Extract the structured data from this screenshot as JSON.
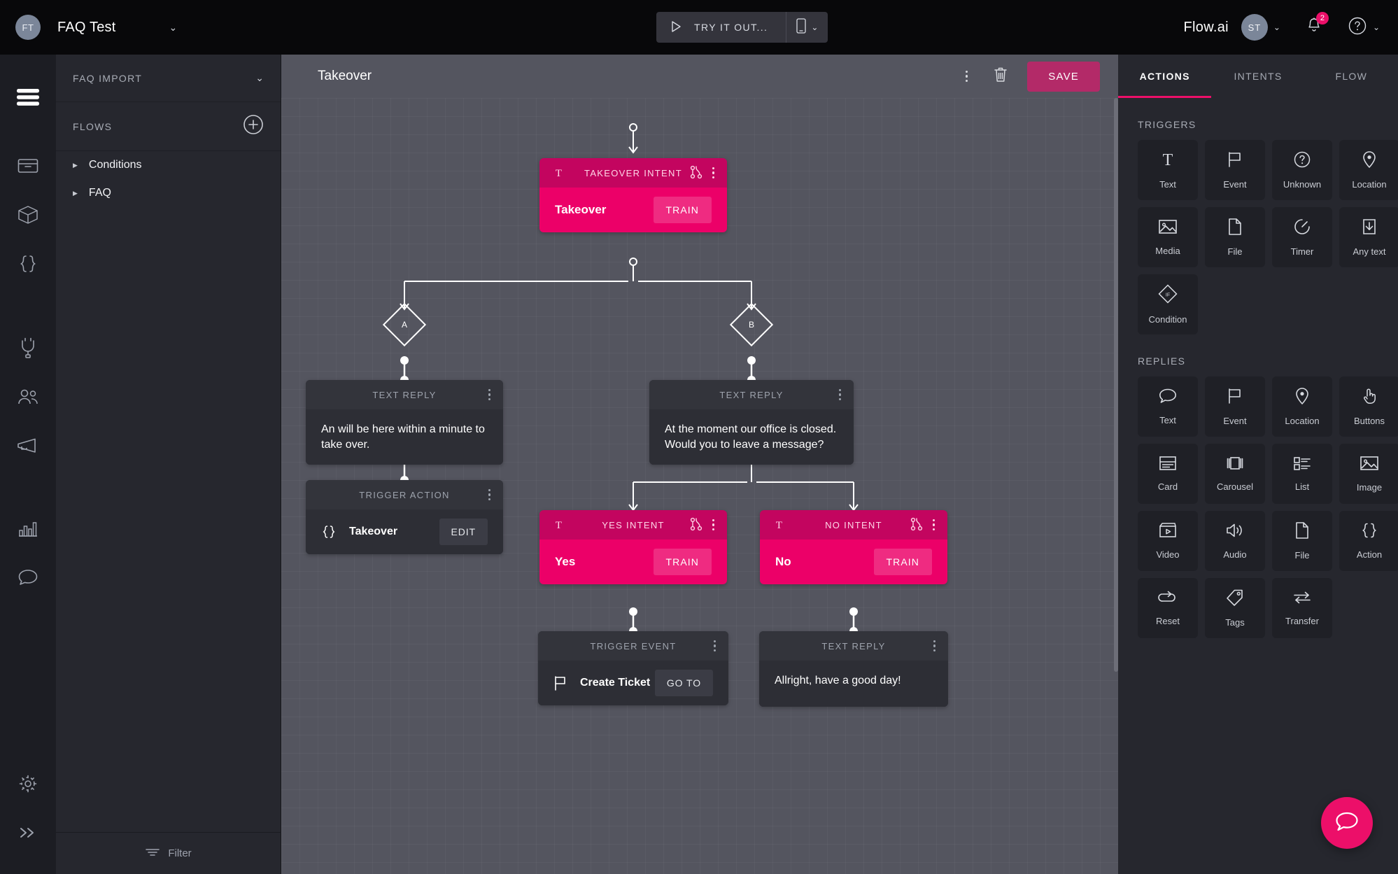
{
  "topbar": {
    "avatar_initials": "FT",
    "project_title": "FAQ Test",
    "project_chevron": "⌄",
    "try_it_out_label": "TRY IT OUT...",
    "play_icon": "play-icon",
    "device_icon": "mobile-device-icon",
    "device_chevron": "⌄",
    "brand": "Flow.ai",
    "user_initials": "ST",
    "user_chevron": "⌄",
    "notification_count": "2",
    "help_chevron": "⌄"
  },
  "rail": {
    "items": [
      {
        "name": "flows-icon",
        "active": true
      },
      {
        "name": "inbox-icon",
        "active": false
      },
      {
        "name": "box-icon",
        "active": false
      },
      {
        "name": "code-braces-icon",
        "active": false
      },
      {
        "name": "plug-integrations-icon",
        "active": false
      },
      {
        "name": "users-icon",
        "active": false
      },
      {
        "name": "broadcast-megaphone-icon",
        "active": false
      },
      {
        "name": "analytics-bars-icon",
        "active": false
      },
      {
        "name": "chat-bubble-icon",
        "active": false
      }
    ],
    "bottom": [
      {
        "name": "settings-gear-icon"
      },
      {
        "name": "expand-chevrons-icon"
      }
    ]
  },
  "flow_panel": {
    "header_title": "FAQ IMPORT",
    "header_chevron": "⌄",
    "section_title": "FLOWS",
    "add_icon": "plus-circle-icon",
    "rows": [
      {
        "label": "Conditions"
      },
      {
        "label": "FAQ"
      }
    ],
    "filter_label": "Filter",
    "filter_icon": "filter-icon"
  },
  "canvas_header": {
    "title": "Takeover",
    "kebab_icon": "more-vertical-icon",
    "delete_icon": "trash-icon",
    "save_label": "SAVE"
  },
  "flow": {
    "nodes": [
      {
        "id": "takeover-intent",
        "kind": "intent",
        "header": "TAKEOVER INTENT",
        "lead_icon": "text-trigger-icon",
        "branch_icon": "branch-fork-icon",
        "body_label": "Takeover",
        "action_label": "TRAIN"
      },
      {
        "id": "branch-a",
        "kind": "branch",
        "label": "A"
      },
      {
        "id": "branch-b",
        "kind": "branch",
        "label": "B"
      },
      {
        "id": "text-reply-a",
        "kind": "reply",
        "header": "TEXT REPLY",
        "text": "An will be here within a minute to take over."
      },
      {
        "id": "trigger-action-a",
        "kind": "action",
        "header": "TRIGGER ACTION",
        "lead_icon": "code-braces-icon",
        "lead_glyph": "{}",
        "body_label": "Takeover",
        "action_label": "EDIT"
      },
      {
        "id": "text-reply-b",
        "kind": "reply",
        "header": "TEXT REPLY",
        "text": "At the moment our office is closed. Would you to leave a message?"
      },
      {
        "id": "yes-intent",
        "kind": "intent",
        "header": "YES INTENT",
        "lead_icon": "text-trigger-icon",
        "branch_icon": "branch-fork-icon",
        "body_label": "Yes",
        "action_label": "TRAIN"
      },
      {
        "id": "no-intent",
        "kind": "intent",
        "header": "NO INTENT",
        "lead_icon": "text-trigger-icon",
        "branch_icon": "branch-fork-icon",
        "body_label": "No",
        "action_label": "TRAIN"
      },
      {
        "id": "trigger-event-yes",
        "kind": "action",
        "header": "TRIGGER EVENT",
        "lead_icon": "flag-icon",
        "body_label": "Create Ticket",
        "action_label": "GO TO"
      },
      {
        "id": "text-reply-no",
        "kind": "reply",
        "header": "TEXT REPLY",
        "text": "Allright, have a good day!"
      }
    ]
  },
  "right_panel": {
    "tabs": [
      {
        "label": "ACTIONS",
        "active": true
      },
      {
        "label": "INTENTS",
        "active": false
      },
      {
        "label": "FLOW",
        "active": false
      }
    ],
    "triggers_title": "TRIGGERS",
    "triggers": [
      {
        "label": "Text",
        "icon": "serif-t-icon"
      },
      {
        "label": "Event",
        "icon": "flag-icon"
      },
      {
        "label": "Unknown",
        "icon": "question-circle-icon"
      },
      {
        "label": "Location",
        "icon": "map-pin-icon"
      },
      {
        "label": "Media",
        "icon": "image-icon"
      },
      {
        "label": "File",
        "icon": "file-icon"
      },
      {
        "label": "Timer",
        "icon": "timer-clock-icon"
      },
      {
        "label": "Any text",
        "icon": "download-box-icon"
      },
      {
        "label": "Condition",
        "icon": "condition-if-diamond-icon"
      }
    ],
    "replies_title": "REPLIES",
    "replies": [
      {
        "label": "Text",
        "icon": "speech-bubble-icon"
      },
      {
        "label": "Event",
        "icon": "flag-icon"
      },
      {
        "label": "Location",
        "icon": "map-pin-icon"
      },
      {
        "label": "Buttons",
        "icon": "pointer-hand-icon"
      },
      {
        "label": "Card",
        "icon": "card-icon"
      },
      {
        "label": "Carousel",
        "icon": "carousel-icon"
      },
      {
        "label": "List",
        "icon": "list-icon"
      },
      {
        "label": "Image",
        "icon": "image-icon"
      },
      {
        "label": "Video",
        "icon": "video-clapper-icon"
      },
      {
        "label": "Audio",
        "icon": "speaker-icon"
      },
      {
        "label": "File",
        "icon": "file-icon"
      },
      {
        "label": "Action",
        "icon": "code-braces-icon"
      },
      {
        "label": "Reset",
        "icon": "reset-loop-icon"
      },
      {
        "label": "Tags",
        "icon": "tag-icon"
      },
      {
        "label": "Transfer",
        "icon": "transfer-arrows-icon"
      }
    ]
  },
  "fab": {
    "icon": "chat-bubble-icon"
  },
  "colors": {
    "accent_pink": "#ec0f69",
    "intent_body": "#ec0068",
    "intent_head": "#c3055f",
    "save_button": "#b32a68",
    "canvas_bg": "#54555f",
    "panel_bg": "#26272e",
    "node_dark": "#2d2e35"
  }
}
